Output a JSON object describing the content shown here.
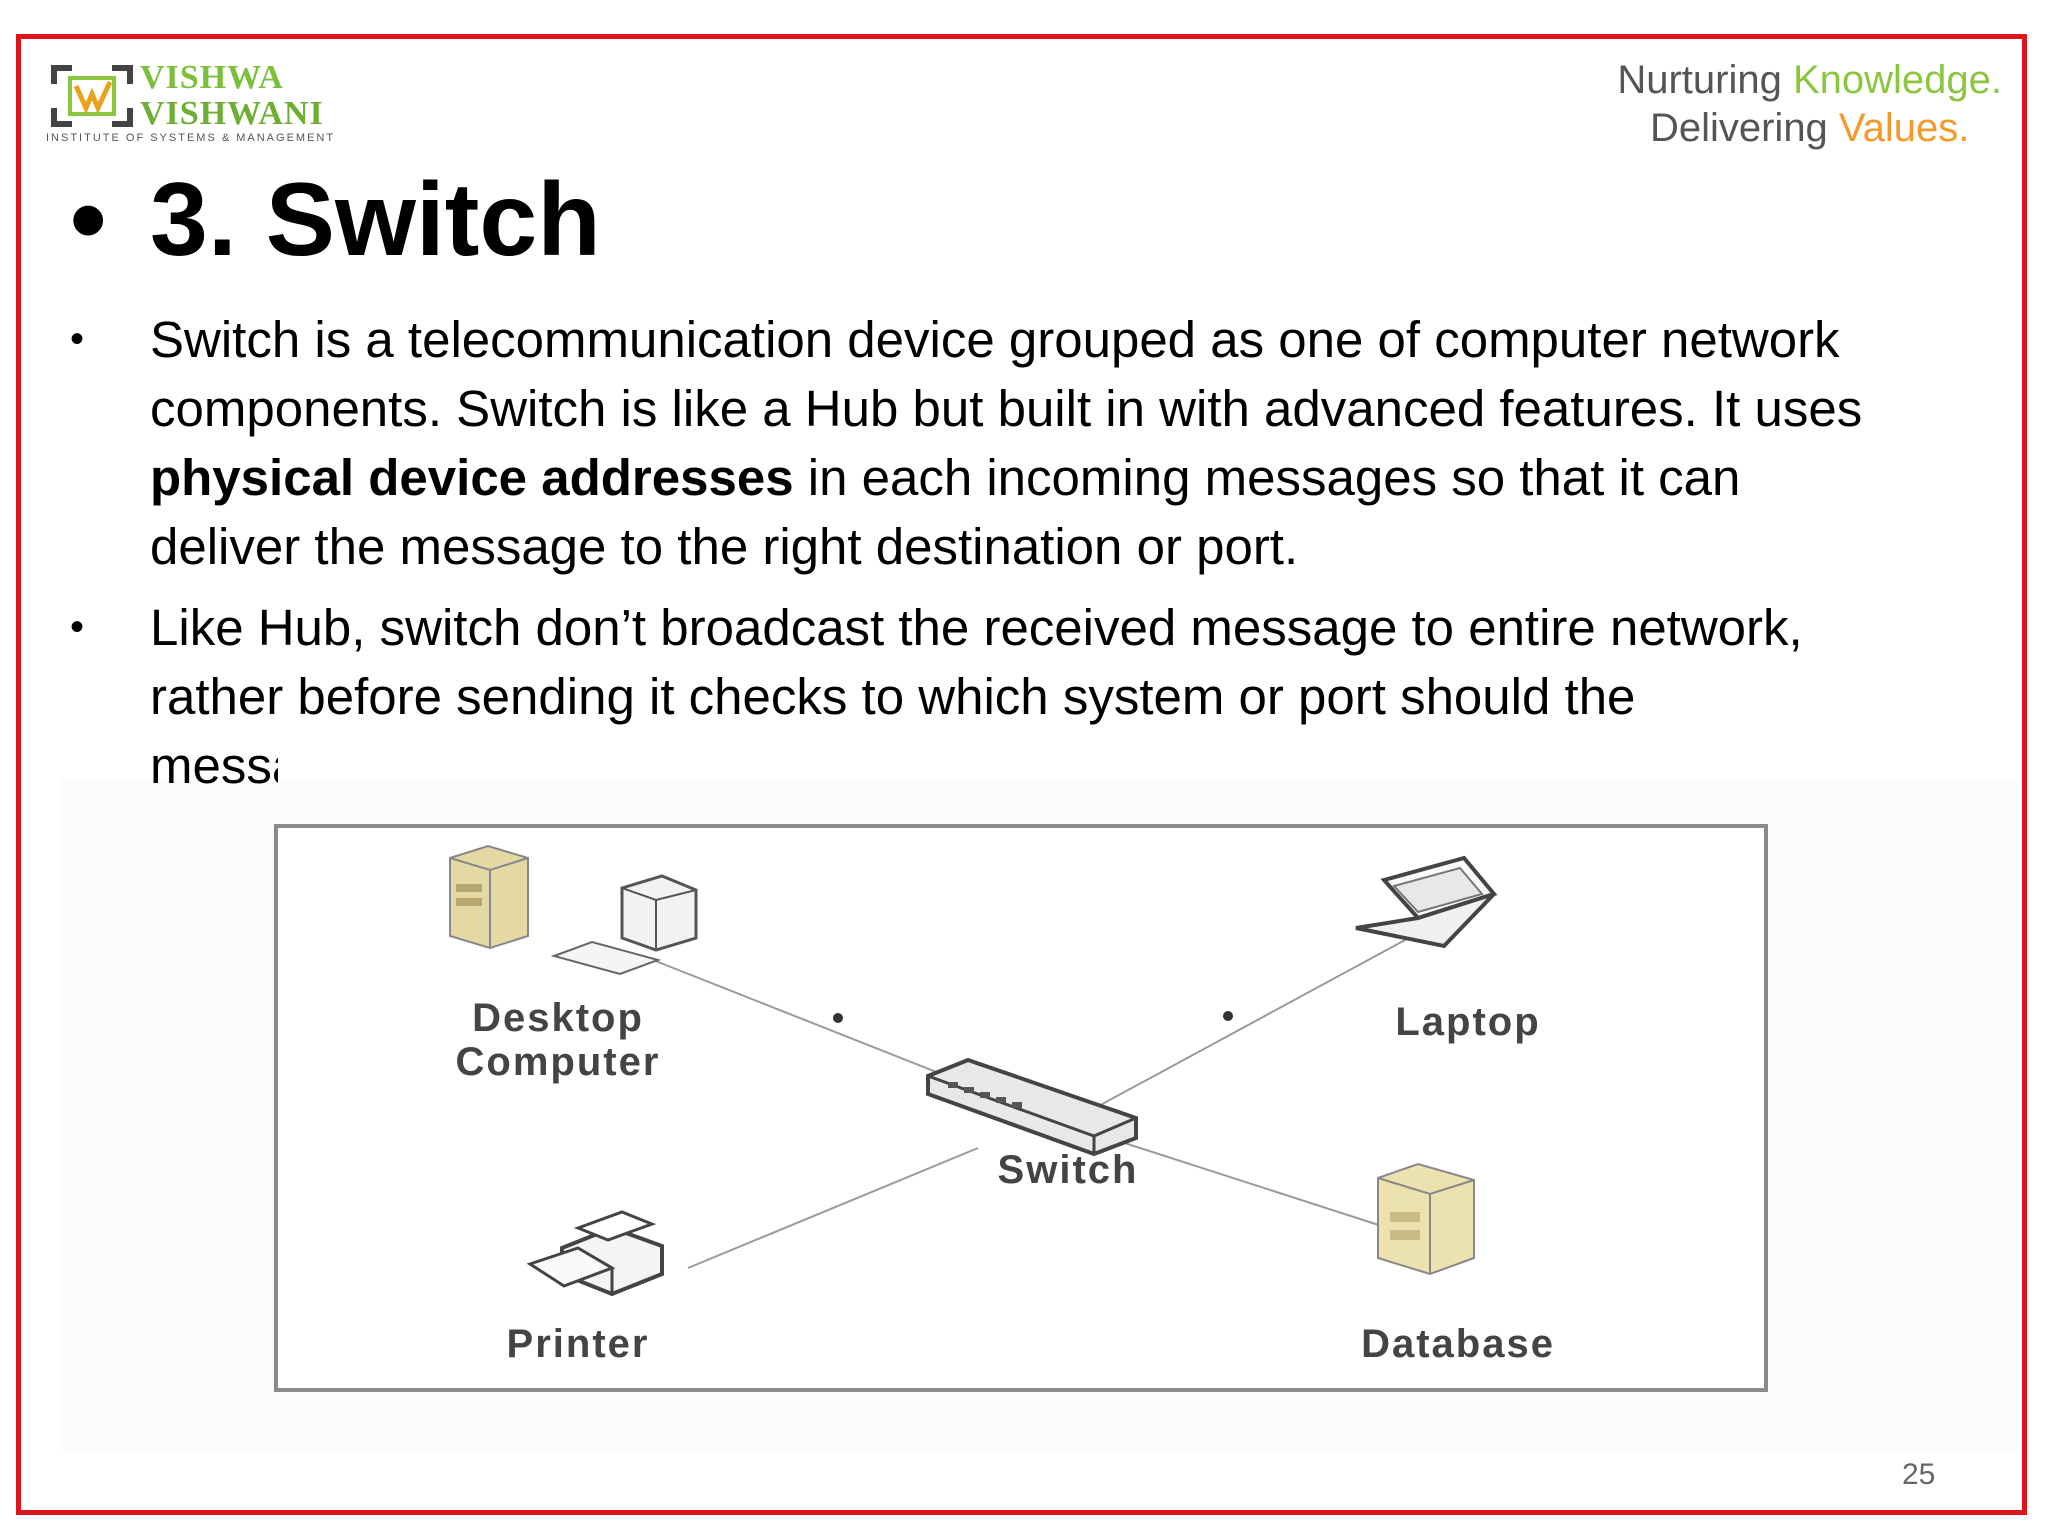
{
  "header": {
    "logo_line1": "VISHWA",
    "logo_line2": "VISHWANI",
    "logo_subtitle": "INSTITUTE OF SYSTEMS & MANAGEMENT",
    "tagline_line1_a": "Nurturing ",
    "tagline_line1_b": "Knowledge.",
    "tagline_line2_a": "Delivering ",
    "tagline_line2_b": "Values."
  },
  "title": {
    "bullet": "•",
    "text": "3. Switch"
  },
  "bullets": [
    {
      "mark": "•",
      "text_a": "Switch is a telecommunication device grouped as one of computer network components. Switch is like a Hub but built in with advanced features. It uses ",
      "text_bold": "physical device addresses",
      "text_b": " in each incoming messages so that it can deliver the message to the right destination or port."
    },
    {
      "mark": "•",
      "text": "Like Hub, switch don’t broadcast the received message to entire network, rather before sending it checks to which system or port should the",
      "text_cut": "message"
    }
  ],
  "diagram": {
    "labels": {
      "desktop_line1": "Desktop",
      "desktop_line2": "Computer",
      "laptop": "Laptop",
      "switch": "Switch",
      "printer": "Printer",
      "database": "Database"
    }
  },
  "page_number": "25",
  "colors": {
    "frame": "#e0151c",
    "logo_green": "#7bbf3a",
    "tagline_green": "#8cc63f",
    "tagline_orange": "#f39a2a"
  }
}
